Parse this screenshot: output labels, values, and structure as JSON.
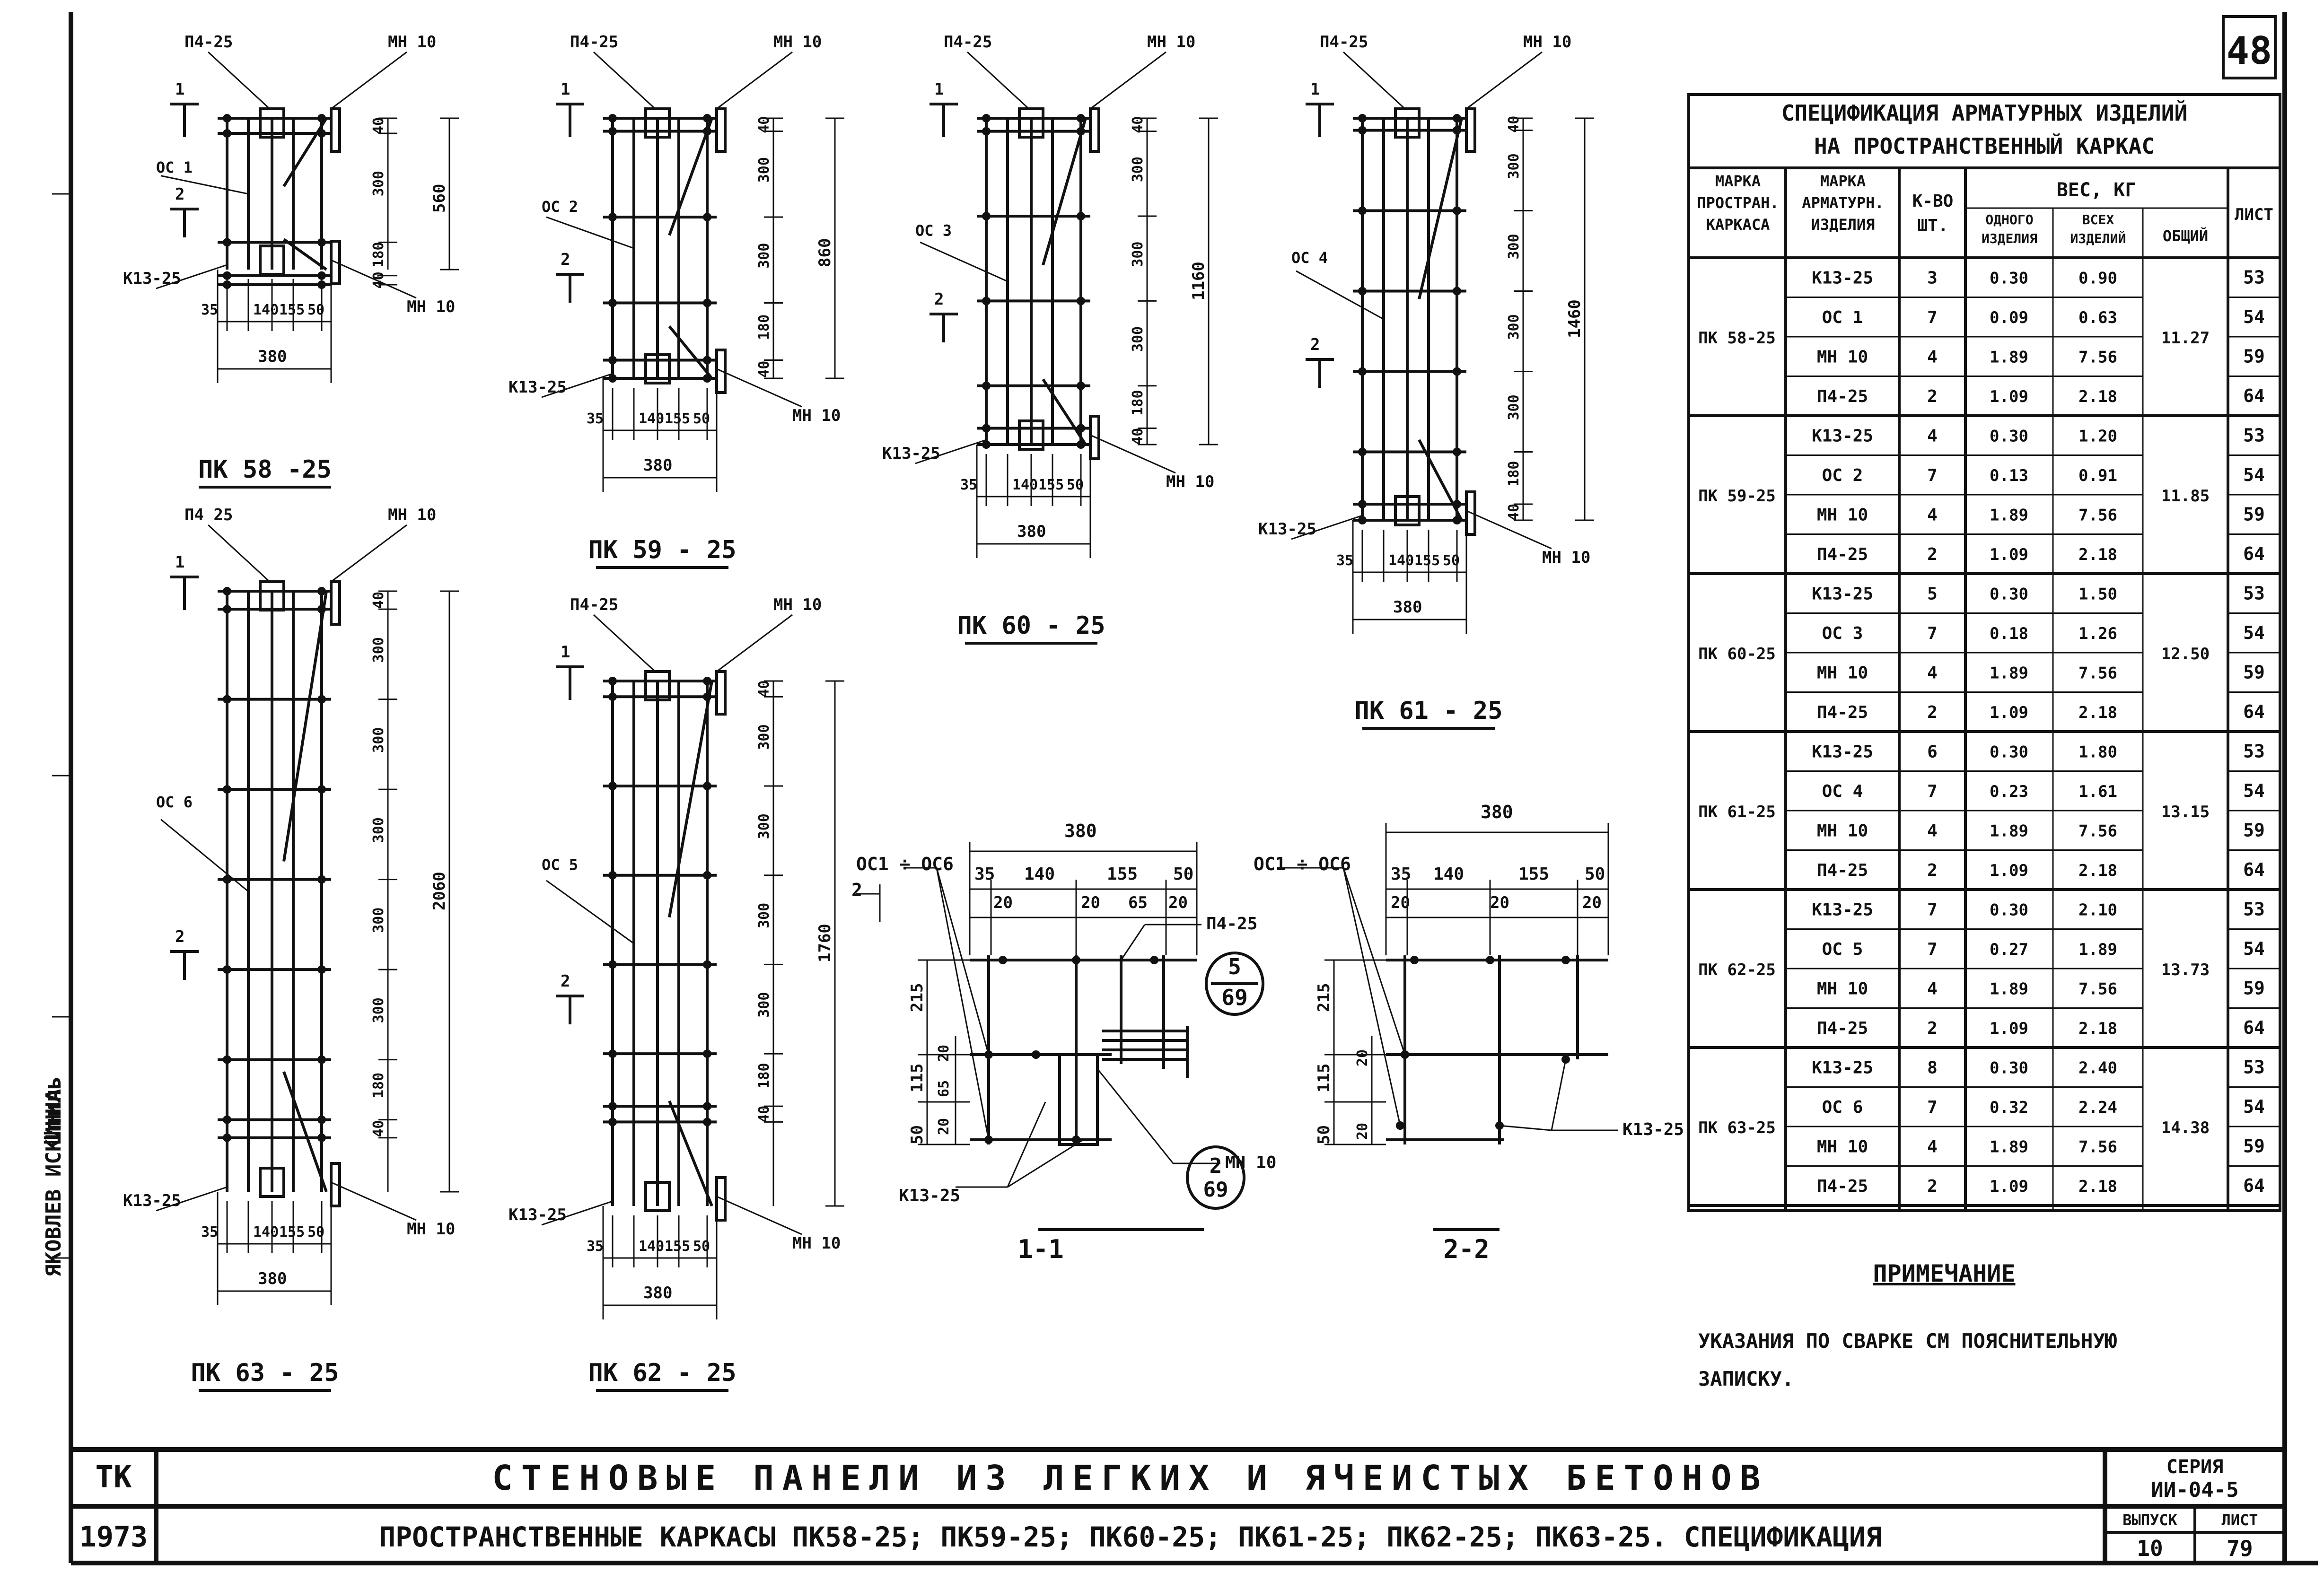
{
  "sheet": {
    "number": "48"
  },
  "title_block": {
    "code": "ТК",
    "year": "1973",
    "line1": "СТЕНОВЫЕ ПАНЕЛИ ИЗ ЛЕГКИХ И ЯЧЕИСТЫХ БЕТОНОВ",
    "line2": "ПРОСТРАНСТВЕННЫЕ КАРКАСЫ ПК58-25; ПК59-25; ПК60-25; ПК61-25; ПК62-25; ПК63-25. СПЕЦИФИКАЦИЯ",
    "series_label": "СЕРИЯ",
    "series_value": "ИИ-04-5",
    "issue_label": "ВЫПУСК",
    "issue_value": "10",
    "sheet_label": "ЛИСТ",
    "sheet_value": "79"
  },
  "margin_text": {
    "signature": "Шпиль",
    "name": "ЯКОВЛЕВ ИСКИННА"
  },
  "drawings": {
    "pk58": {
      "title": "ПК 58 -25",
      "p4": "П4-25",
      "mn": "МН 10",
      "mn2": "МН 10",
      "k13": "К13-25",
      "oc": "ОС 1",
      "d1": "40",
      "d2": "300",
      "d3": "180",
      "d4": "40",
      "total": "560",
      "w1": "35",
      "w2": "140",
      "w3": "155",
      "w4": "50",
      "width": "380",
      "sec": "1",
      "sec2": "2"
    },
    "pk59": {
      "title": "ПК 59 - 25",
      "p4": "П4-25",
      "mn": "МН 10",
      "mn2": "МН 10",
      "k13": "К13-25",
      "oc": "ОС 2",
      "d1": "40",
      "d2": "300",
      "d3": "300",
      "d4": "180",
      "d5": "40",
      "total": "860",
      "w1": "35",
      "w2": "140",
      "w3": "155",
      "w4": "50",
      "width": "380",
      "sec": "1",
      "sec2": "2"
    },
    "pk60": {
      "title": "ПК 60 - 25",
      "p4": "П4-25",
      "mn": "МН 10",
      "mn2": "МН 10",
      "k13": "К13-25",
      "oc": "ОС 3",
      "d1": "40",
      "d2": "300",
      "d3": "300",
      "d4": "300",
      "d5": "180",
      "d6": "40",
      "total": "1160",
      "w1": "35",
      "w2": "140",
      "w3": "155",
      "w4": "50",
      "width": "380",
      "sec": "1",
      "sec2": "2"
    },
    "pk61": {
      "title": "ПК 61 - 25",
      "p4": "П4-25",
      "mn": "МН 10",
      "mn2": "МН 10",
      "k13": "К13-25",
      "oc": "ОС 4",
      "d1": "40",
      "d2": "300",
      "d3": "300",
      "d4": "300",
      "d5": "300",
      "d6": "180",
      "d7": "40",
      "total": "1460",
      "w1": "35",
      "w2": "140",
      "w3": "155",
      "w4": "50",
      "width": "380",
      "sec": "1",
      "sec2": "2"
    },
    "pk63": {
      "title": "ПК 63 - 25",
      "p4": "П4 25",
      "mn": "МН 10",
      "mn2": "МН 10",
      "k13": "К13-25",
      "oc": "ОС 6",
      "d1": "40",
      "d2": "300",
      "d3": "300",
      "d4": "300",
      "d5": "300",
      "d6": "300",
      "d7": "180",
      "d8": "40",
      "total": "2060",
      "w1": "35",
      "w2": "140",
      "w3": "155",
      "w4": "50",
      "width": "380",
      "sec": "1",
      "sec2": "2"
    },
    "pk62": {
      "title": "ПК 62 - 25",
      "p4": "П4-25",
      "mn": "МН 10",
      "mn2": "МН 10",
      "k13": "К13-25",
      "oc": "ОС 5",
      "d1": "40",
      "d2": "300",
      "d3": "300",
      "d4": "300",
      "d5": "300",
      "d6": "180",
      "d7": "40",
      "total": "1760",
      "w1": "35",
      "w2": "140",
      "w3": "155",
      "w4": "50",
      "width": "380",
      "sec": "1",
      "sec2": "2"
    },
    "s11": {
      "title": "1-1",
      "oc": "ОС1 ÷ ОС6",
      "p4": "П4-25",
      "mn": "МН 10",
      "k13": "К13-25",
      "top": "380",
      "w1": "35",
      "w2": "140",
      "w3": "155",
      "w4": "50",
      "g1": "20",
      "g2": "20",
      "g3": "65",
      "g4": "20",
      "h1": "215",
      "h2": "115",
      "h3": "50",
      "h4": "20",
      "h5": "65",
      "h6": "20",
      "ref1n": "5",
      "ref1d": "69",
      "ref2n": "2",
      "ref2d": "69",
      "sec2": "2"
    },
    "s22": {
      "title": "2-2",
      "oc": "ОС1 ÷ ОС6",
      "k13": "К13-25",
      "top": "380",
      "w1": "35",
      "w2": "140",
      "w3": "155",
      "w4": "50",
      "g1": "20",
      "g2": "20",
      "g3": "20",
      "h1": "215",
      "h2": "115",
      "h3": "50",
      "h4": "20",
      "h5": "20"
    }
  },
  "spec": {
    "title1": "СПЕЦИФИКАЦИЯ АРМАТУРНЫХ ИЗДЕЛИЙ",
    "title2": "НА ПРОСТРАНСТВЕННЫЙ КАРКАС",
    "headers": {
      "frame": "МАРКА ПРОСТРАН. КАРКАСА",
      "item": "МАРКА АРМАТУРН. ИЗДЕЛИЯ",
      "qty": "К-ВО ШТ.",
      "weight": "ВЕС, КГ",
      "one": "ОДНОГО ИЗДЕЛИЯ",
      "all": "ВСЕХ ИЗДЕЛИЙ",
      "total": "ОБЩИЙ",
      "sheet": "ЛИСТ"
    },
    "groups": [
      {
        "frame": "ПК 58-25",
        "total": "11.27",
        "rows": [
          {
            "item": "К13-25",
            "qty": "3",
            "one": "0.30",
            "all": "0.90",
            "sheet": "53"
          },
          {
            "item": "ОС 1",
            "qty": "7",
            "one": "0.09",
            "all": "0.63",
            "sheet": "54"
          },
          {
            "item": "МН 10",
            "qty": "4",
            "one": "1.89",
            "all": "7.56",
            "sheet": "59"
          },
          {
            "item": "П4-25",
            "qty": "2",
            "one": "1.09",
            "all": "2.18",
            "sheet": "64"
          }
        ]
      },
      {
        "frame": "ПК 59-25",
        "total": "11.85",
        "rows": [
          {
            "item": "К13-25",
            "qty": "4",
            "one": "0.30",
            "all": "1.20",
            "sheet": "53"
          },
          {
            "item": "ОС 2",
            "qty": "7",
            "one": "0.13",
            "all": "0.91",
            "sheet": "54"
          },
          {
            "item": "МН 10",
            "qty": "4",
            "one": "1.89",
            "all": "7.56",
            "sheet": "59"
          },
          {
            "item": "П4-25",
            "qty": "2",
            "one": "1.09",
            "all": "2.18",
            "sheet": "64"
          }
        ]
      },
      {
        "frame": "ПК 60-25",
        "total": "12.50",
        "rows": [
          {
            "item": "К13-25",
            "qty": "5",
            "one": "0.30",
            "all": "1.50",
            "sheet": "53"
          },
          {
            "item": "ОС 3",
            "qty": "7",
            "one": "0.18",
            "all": "1.26",
            "sheet": "54"
          },
          {
            "item": "МН 10",
            "qty": "4",
            "one": "1.89",
            "all": "7.56",
            "sheet": "59"
          },
          {
            "item": "П4-25",
            "qty": "2",
            "one": "1.09",
            "all": "2.18",
            "sheet": "64"
          }
        ]
      },
      {
        "frame": "ПК 61-25",
        "total": "13.15",
        "rows": [
          {
            "item": "К13-25",
            "qty": "6",
            "one": "0.30",
            "all": "1.80",
            "sheet": "53"
          },
          {
            "item": "ОС 4",
            "qty": "7",
            "one": "0.23",
            "all": "1.61",
            "sheet": "54"
          },
          {
            "item": "МН 10",
            "qty": "4",
            "one": "1.89",
            "all": "7.56",
            "sheet": "59"
          },
          {
            "item": "П4-25",
            "qty": "2",
            "one": "1.09",
            "all": "2.18",
            "sheet": "64"
          }
        ]
      },
      {
        "frame": "ПК 62-25",
        "total": "13.73",
        "rows": [
          {
            "item": "К13-25",
            "qty": "7",
            "one": "0.30",
            "all": "2.10",
            "sheet": "53"
          },
          {
            "item": "ОС 5",
            "qty": "7",
            "one": "0.27",
            "all": "1.89",
            "sheet": "54"
          },
          {
            "item": "МН 10",
            "qty": "4",
            "one": "1.89",
            "all": "7.56",
            "sheet": "59"
          },
          {
            "item": "П4-25",
            "qty": "2",
            "one": "1.09",
            "all": "2.18",
            "sheet": "64"
          }
        ]
      },
      {
        "frame": "ПК 63-25",
        "total": "14.38",
        "rows": [
          {
            "item": "К13-25",
            "qty": "8",
            "one": "0.30",
            "all": "2.40",
            "sheet": "53"
          },
          {
            "item": "ОС 6",
            "qty": "7",
            "one": "0.32",
            "all": "2.24",
            "sheet": "54"
          },
          {
            "item": "МН 10",
            "qty": "4",
            "one": "1.89",
            "all": "7.56",
            "sheet": "59"
          },
          {
            "item": "П4-25",
            "qty": "2",
            "one": "1.09",
            "all": "2.18",
            "sheet": "64"
          }
        ]
      }
    ]
  },
  "note": {
    "title": "ПРИМЕЧАНИЕ",
    "line1": "УКАЗАНИЯ ПО СВАРКЕ СМ ПОЯСНИТЕЛЬНУЮ",
    "line2": "ЗАПИСКУ."
  }
}
